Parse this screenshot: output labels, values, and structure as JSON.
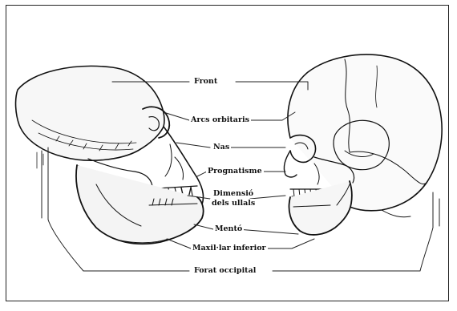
{
  "labels": {
    "front": "Front",
    "arcs": "Arcs orbitaris",
    "nas": "Nas",
    "prognatisme": "Prognatisme",
    "dimensio_line1": "Dimensió",
    "dimensio_line2": "dels ullals",
    "mento": "Mentó",
    "maxilar": "Maxil·lar inferior",
    "forat": "Forat occipital"
  },
  "colors": {
    "ink": "#111111",
    "paper": "#ffffff"
  }
}
